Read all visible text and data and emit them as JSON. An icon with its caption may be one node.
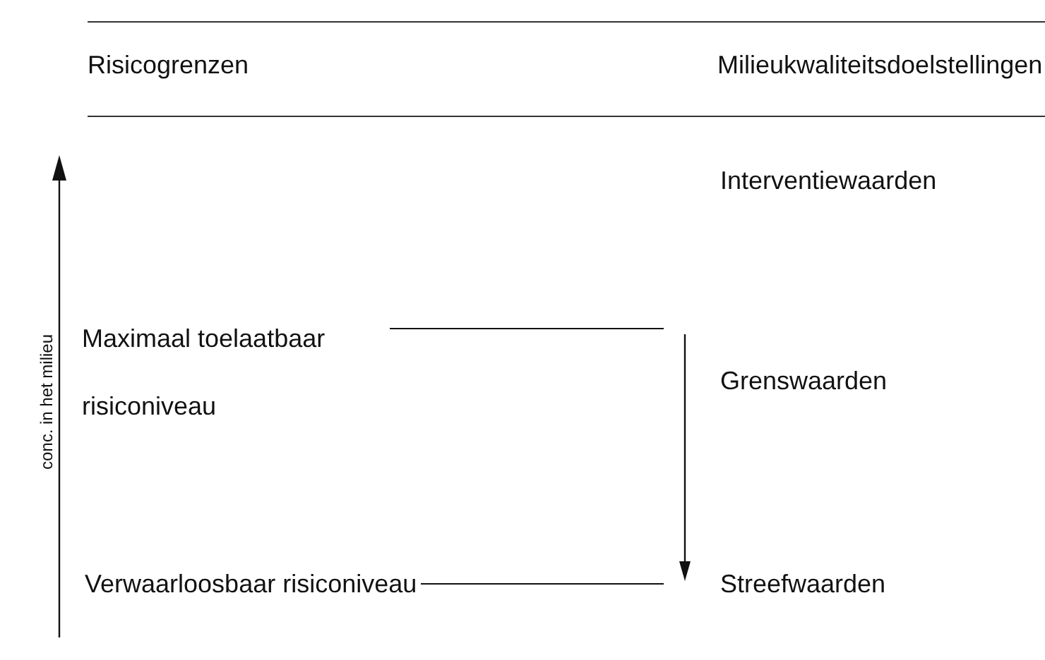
{
  "diagram": {
    "nodes": [
      {
        "text": [
          "Interventiewaarden"
        ]
      },
      {
        "text": [
          "Maximaal toelaatbaar risiconiveau"
        ]
      },
      {
        "text": [
          "Grenswaarden"
        ]
      },
      {
        "text": [
          "Verwaarloosbaar risiconiveau"
        ]
      },
      {
        "text": [
          "Streefwaarden"
        ]
      }
    ],
    "edges": [
      {
        "from": 1,
        "to": 2,
        "arrow": "none"
      },
      {
        "from": 3,
        "to": 4,
        "arrow": "none"
      }
    ],
    "labels": [
      "Risicogrenzen",
      "Milieukwaliteitsdoelstellingen",
      "conc. in het milieu"
    ]
  }
}
